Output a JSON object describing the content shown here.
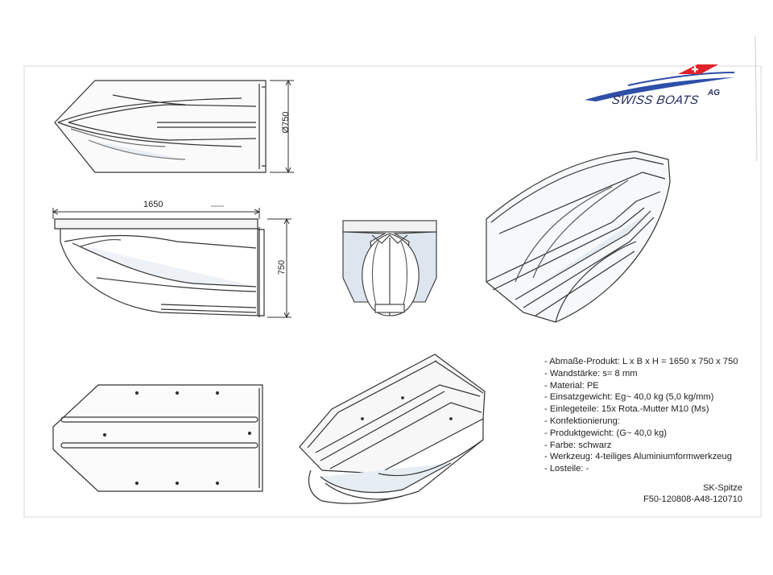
{
  "dimensions": {
    "length": "1650",
    "height": "750",
    "diameter": "Ø750"
  },
  "logo": {
    "brand": "SWISS BOATS",
    "suffix": "AG",
    "color_blue": "#2e4fa8",
    "color_red": "#e0232a"
  },
  "specs": [
    "- Abmaße-Produkt: L x B x H = 1650 x 750 x 750",
    "- Wandstärke: s= 8 mm",
    "- Material: PE",
    "- Einsatzgewicht: Eg~ 40,0 kg (5,0 kg/mm)",
    "- Einlegeteile: 15x Rota.-Mutter M10 (Ms)",
    "- Konfektionierung:",
    "- Produktgewicht: (G~ 40,0 kg)",
    "- Farbe: schwarz",
    "- Werkzeug: 4-teiliges Aluminiumformwerkzeug",
    "- Losteile: -"
  ],
  "part": {
    "name": "SK-Spitze",
    "number": "F50-120808-A48-120710"
  }
}
